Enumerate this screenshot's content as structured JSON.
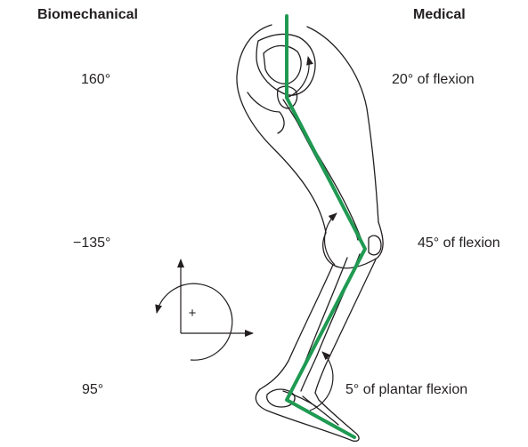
{
  "headers": {
    "left": "Biomechanical",
    "right": "Medical"
  },
  "rows": [
    {
      "joint": "hip",
      "biomechanical": "160°",
      "medical": "20° of flexion"
    },
    {
      "joint": "knee",
      "biomechanical": "−135°",
      "medical": "45° of flexion"
    },
    {
      "joint": "ankle",
      "biomechanical": "95°",
      "medical": "5° of plantar flexion"
    }
  ],
  "legend": {
    "sign": "+"
  },
  "colors": {
    "segment_line": "#1f9a52",
    "outline": "#231f20"
  }
}
